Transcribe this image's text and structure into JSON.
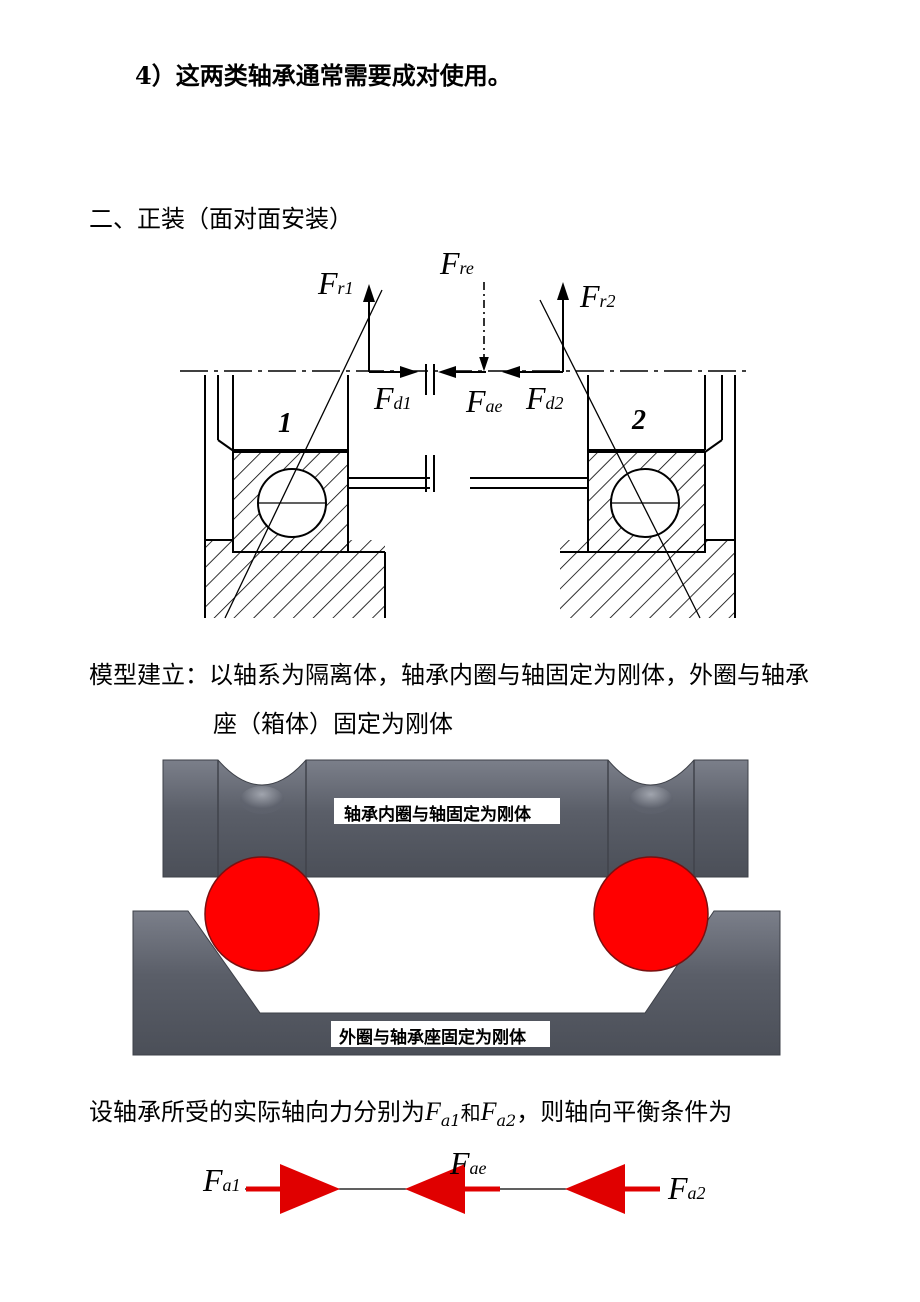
{
  "item4": "4）这两类轴承通常需要成对使用。",
  "section_title": "二、正装（面对面安装）",
  "bearing_diagram": {
    "labels": {
      "Fr1_main": "F",
      "Fr1_sub": "r1",
      "Fre_main": "F",
      "Fre_sub": "re",
      "Fr2_main": "F",
      "Fr2_sub": "r2",
      "Fd1_main": "F",
      "Fd1_sub": "d1",
      "Fae_main": "F",
      "Fae_sub": "ae",
      "Fd2_main": "F",
      "Fd2_sub": "d2",
      "num1": "1",
      "num2": "2"
    }
  },
  "model_text_line1": "模型建立：以轴系为隔离体，轴承内圈与轴固定为刚体，外圈与轴承",
  "model_text_line2": "座（箱体）固定为刚体",
  "model_figure": {
    "inner_label": "轴承内圈与轴固定为刚体",
    "outer_label": "外圈与轴承座固定为刚体",
    "shaft_color": "#5f636e",
    "ball_color": "#ff0000"
  },
  "axial_text": {
    "prefix": "设轴承所受的实际轴向力分别为",
    "fa1_main": "F",
    "fa1_sub": "a1",
    "middle": "和",
    "fa2_main": "F",
    "fa2_sub": "a2",
    "suffix": "，则轴向平衡条件为"
  },
  "balance_diagram": {
    "fa1_main": "F",
    "fa1_sub": "a1",
    "fae_main": "F",
    "fae_sub": "ae",
    "fa2_main": "F",
    "fa2_sub": "a2",
    "arrow_color": "#e00000"
  }
}
